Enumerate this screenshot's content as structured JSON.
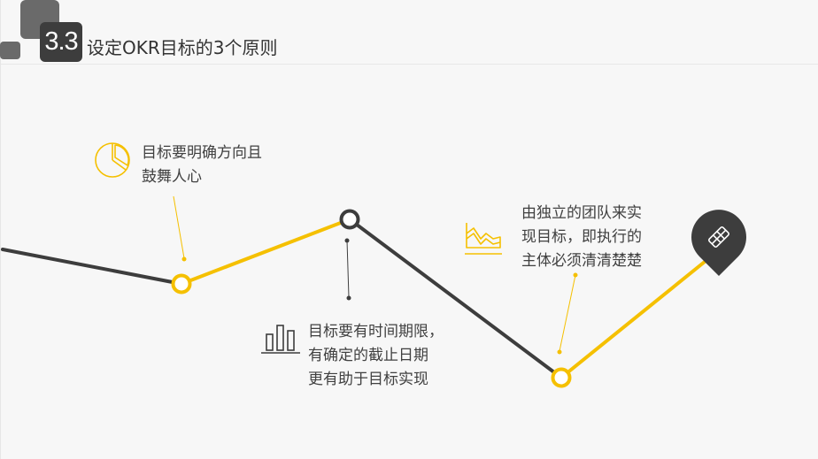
{
  "header": {
    "section_number": "3.3",
    "title": "设定OKR目标的3个原则"
  },
  "principles": [
    {
      "lines": [
        "目标要明确方向且",
        "鼓舞人心"
      ],
      "icon": "pie-chart-icon"
    },
    {
      "lines": [
        "目标要有时间期限，",
        "有确定的截止日期",
        "更有助于目标实现"
      ],
      "icon": "bar-chart-icon"
    },
    {
      "lines": [
        "由独立的团队来实",
        "现目标，即执行的",
        "主体必须清清楚楚"
      ],
      "icon": "area-chart-icon"
    }
  ],
  "end_marker_icon": "handshake-icon",
  "colors": {
    "accent": "#f5c000",
    "dark": "#3d3d3d",
    "badge": "#3d3d3d",
    "deco": "#6a6a6a"
  }
}
